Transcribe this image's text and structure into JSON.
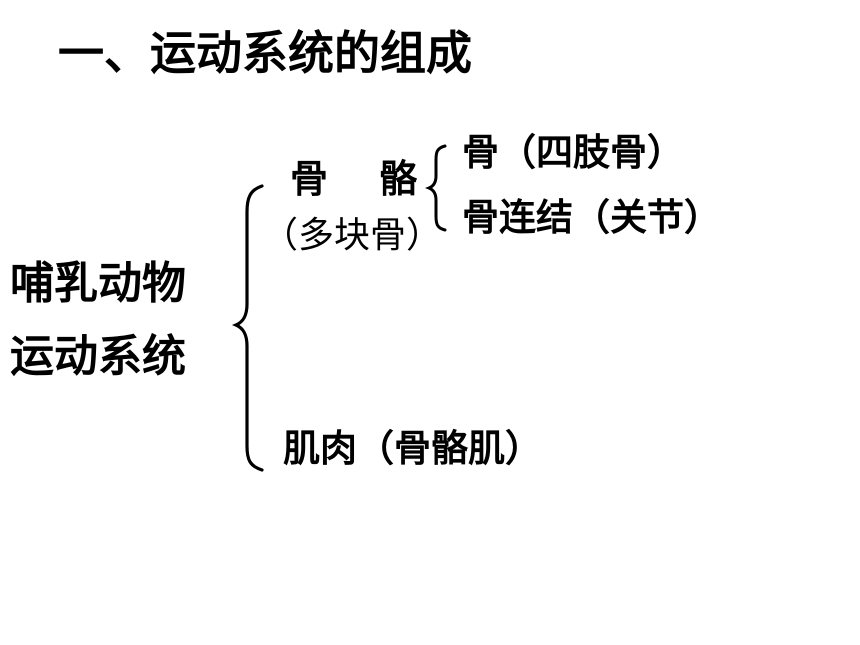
{
  "title": "一、运动系统的组成",
  "root": {
    "line1": "哺乳动物",
    "line2": "运动系统"
  },
  "skeleton": {
    "label": "骨 骼",
    "note": "（多块骨）",
    "children": [
      "骨（四肢骨）",
      "骨连结（关节）"
    ]
  },
  "muscle": {
    "label": "肌肉（骨骼肌）"
  }
}
